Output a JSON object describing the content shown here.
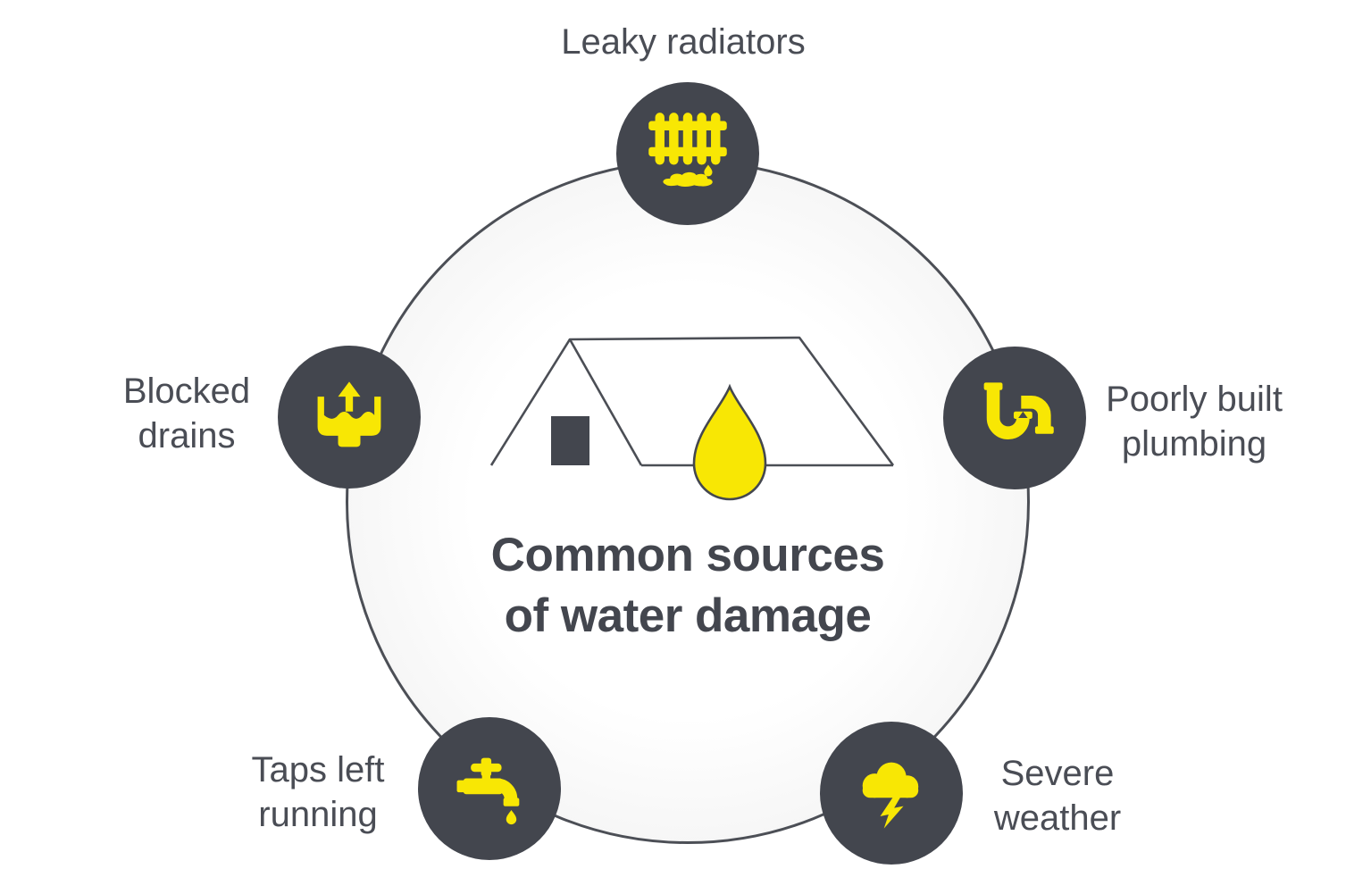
{
  "diagram": {
    "title_lines": [
      "Common sources",
      "of water damage"
    ],
    "colors": {
      "accent_yellow": "#F8E704",
      "node_dark": "#43464E",
      "text": "#4A4D55",
      "outline": "#4C4F56"
    },
    "nodes": [
      {
        "name": "leaky-radiators",
        "icon": "radiator-leak-icon",
        "lines": [
          "Leaky radiators"
        ]
      },
      {
        "name": "blocked-drains",
        "icon": "overflowing-drain-icon",
        "lines": [
          "Blocked",
          "drains"
        ]
      },
      {
        "name": "poorly-built-plumbing",
        "icon": "pipe-trap-icon",
        "lines": [
          "Poorly built",
          "plumbing"
        ]
      },
      {
        "name": "taps-left-running",
        "icon": "dripping-tap-icon",
        "lines": [
          "Taps left",
          "running"
        ]
      },
      {
        "name": "severe-weather",
        "icon": "storm-cloud-icon",
        "lines": [
          "Severe",
          "weather"
        ]
      }
    ]
  }
}
